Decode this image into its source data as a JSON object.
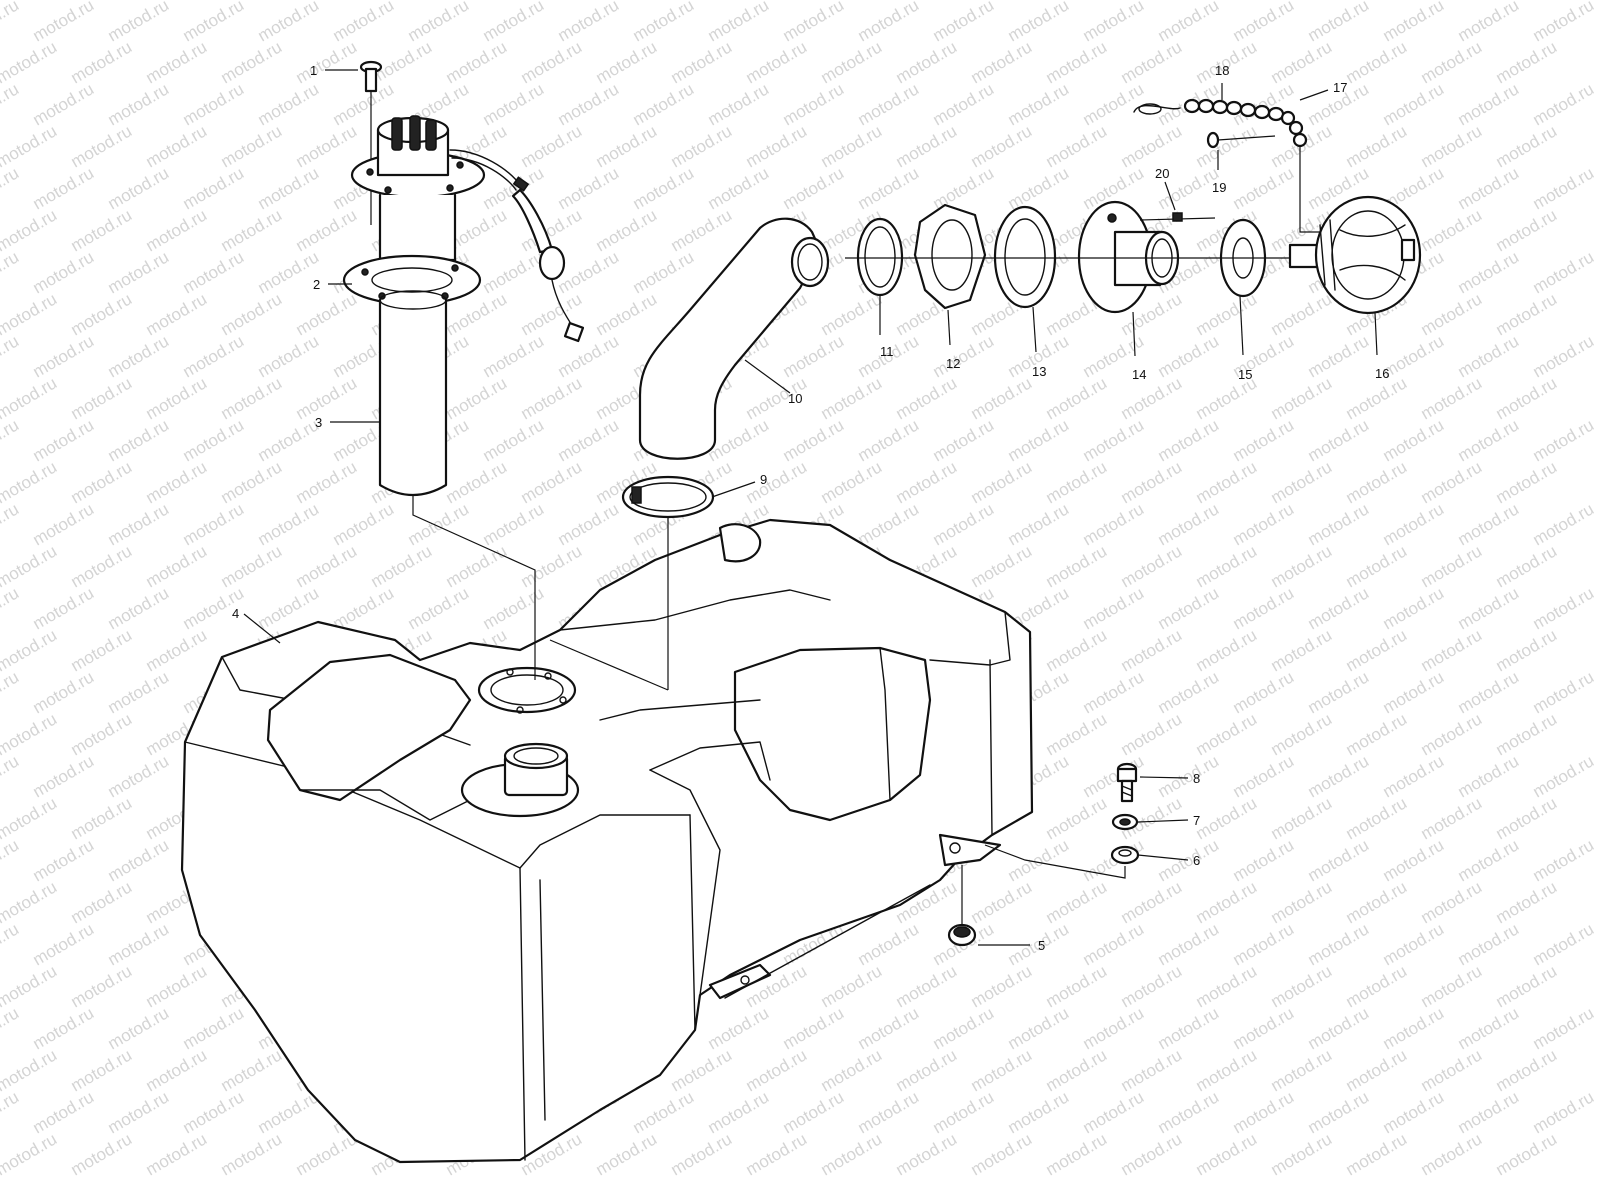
{
  "watermark": {
    "text": "motod.ru",
    "color": "#d4d4d4"
  },
  "callouts": [
    {
      "id": "1",
      "text": "1"
    },
    {
      "id": "2",
      "text": "2"
    },
    {
      "id": "3",
      "text": "3"
    },
    {
      "id": "4",
      "text": "4"
    },
    {
      "id": "5",
      "text": "5"
    },
    {
      "id": "6",
      "text": "6"
    },
    {
      "id": "7",
      "text": "7"
    },
    {
      "id": "8",
      "text": "8"
    },
    {
      "id": "9",
      "text": "9"
    },
    {
      "id": "10",
      "text": "10"
    },
    {
      "id": "11",
      "text": "11"
    },
    {
      "id": "12",
      "text": "12"
    },
    {
      "id": "13",
      "text": "13"
    },
    {
      "id": "14",
      "text": "14"
    },
    {
      "id": "15",
      "text": "15"
    },
    {
      "id": "16",
      "text": "16"
    },
    {
      "id": "17",
      "text": "17"
    },
    {
      "id": "18",
      "text": "18"
    },
    {
      "id": "19",
      "text": "19"
    },
    {
      "id": "20",
      "text": "20"
    }
  ],
  "line_color": "#111111"
}
